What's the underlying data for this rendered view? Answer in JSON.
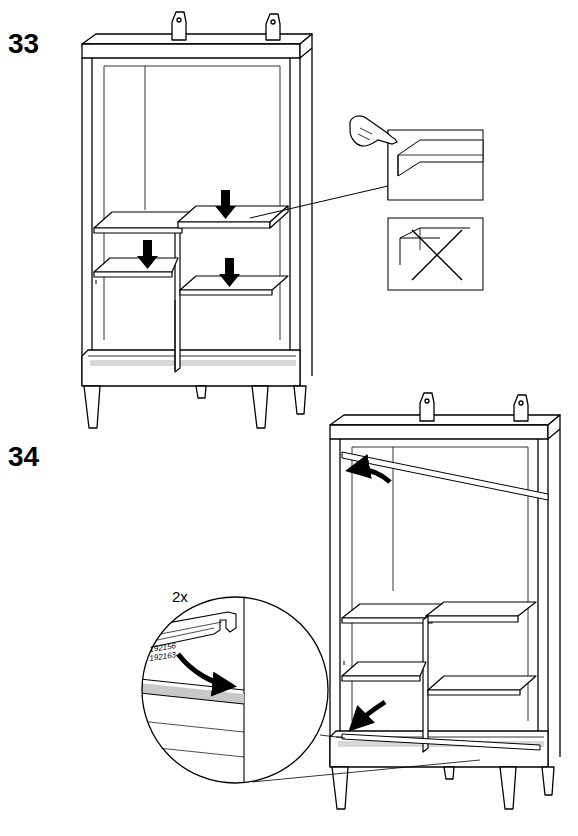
{
  "diagram": {
    "labels": [
      "33",
      "34",
      "2x",
      "192156",
      "192163"
    ]
  }
}
